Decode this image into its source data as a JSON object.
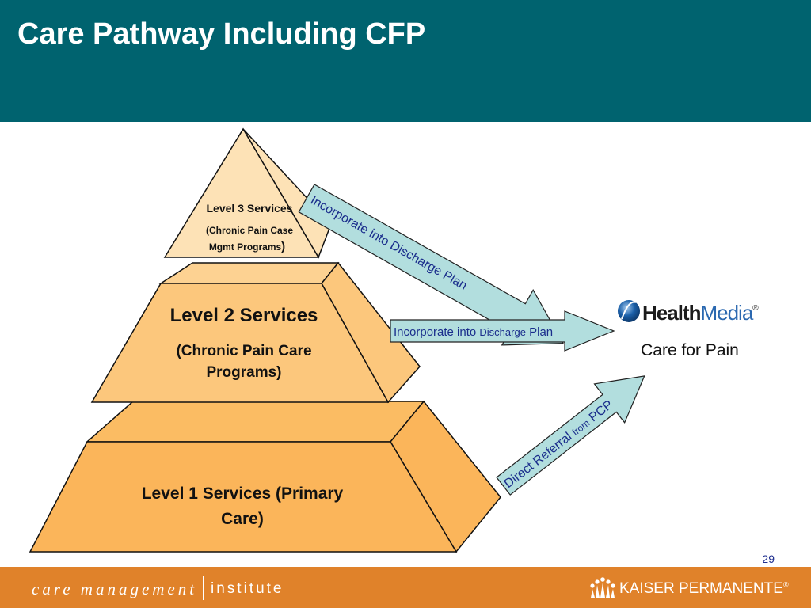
{
  "slide": {
    "title": "Care Pathway Including CFP",
    "page_number": "29"
  },
  "pyramid": {
    "level3": {
      "title": "Level 3 Services",
      "line1": "(Chronic Pain Case",
      "line2": "Mgmt Programs",
      "close": ")"
    },
    "level2": {
      "title": "Level 2 Services",
      "line1": "(Chronic Pain Care",
      "line2": "Programs)"
    },
    "level1": {
      "line1": "Level 1 Services (Primary",
      "line2": "Care)"
    }
  },
  "arrows": {
    "top": {
      "label": "Incorporate into Discharge Plan"
    },
    "middle": {
      "label_a": "Incorporate into ",
      "label_b": "Discharge",
      "label_c": " Plan"
    },
    "bottom": {
      "label_a": "Direct Referral ",
      "label_b": "from",
      "label_c": " PCP"
    }
  },
  "target": {
    "logo_a": "Health",
    "logo_b": "Media",
    "logo_mark": "®",
    "caption": "Care for Pain"
  },
  "footer": {
    "cmi_left": "care management",
    "cmi_right": "institute",
    "kp_brand": "KAISER PERMANENTE",
    "kp_mark": "®"
  },
  "colors": {
    "header": "#00636f",
    "footer": "#e0822a",
    "level3_front": "#fde2b6",
    "level2_front": "#fcc77c",
    "level1_front": "#fbb55a",
    "arrow_fill": "#b2dede",
    "logo_blue": "#1a5fa8"
  }
}
